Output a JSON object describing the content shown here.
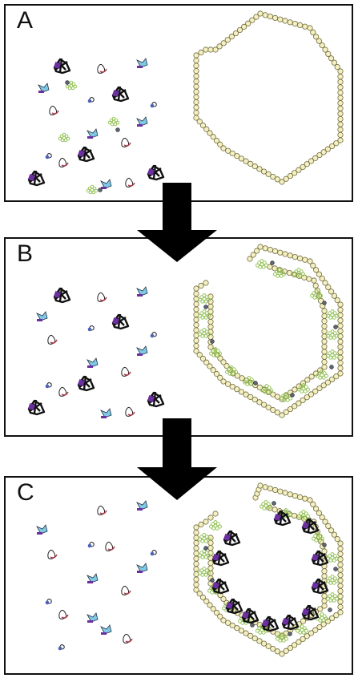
{
  "panels": [
    {
      "label": "A"
    },
    {
      "label": "B"
    },
    {
      "label": "C"
    }
  ],
  "colors": {
    "bead_fill": "#f4f0c2",
    "bead_stroke": "#6f6a3e",
    "green_subunit": "#8fc04f",
    "linker_dot": "#5c6778",
    "purple": "#6b2fa0",
    "cyan": "#7fc8e6",
    "red_loop": "#b03a4a",
    "black_complex": "#111111",
    "arrow": "#000000"
  }
}
